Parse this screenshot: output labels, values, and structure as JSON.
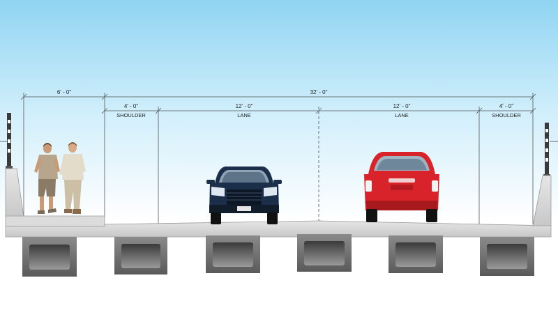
{
  "dimensions": {
    "total": "32' - 0\"",
    "sidewalk": "6' - 0\"",
    "shoulder_left": {
      "value": "4' - 0\"",
      "label": "SHOULDER"
    },
    "lane_left": {
      "value": "12' - 0\"",
      "label": "LANE"
    },
    "lane_right": {
      "value": "12' - 0\"",
      "label": "LANE"
    },
    "shoulder_right": {
      "value": "4' - 0\"",
      "label": "SHOULDER"
    }
  },
  "colors": {
    "sky_top": "#8fd4f2",
    "sky_bottom": "#ffffff",
    "concrete": "#d9d9d9",
    "girder": "#6b6b6b",
    "blue_car": "#1c2f4a",
    "red_car": "#d8232a"
  },
  "icons": [
    "pedestrian-icon",
    "blue-suv-icon",
    "red-car-icon",
    "railing-post-icon"
  ]
}
